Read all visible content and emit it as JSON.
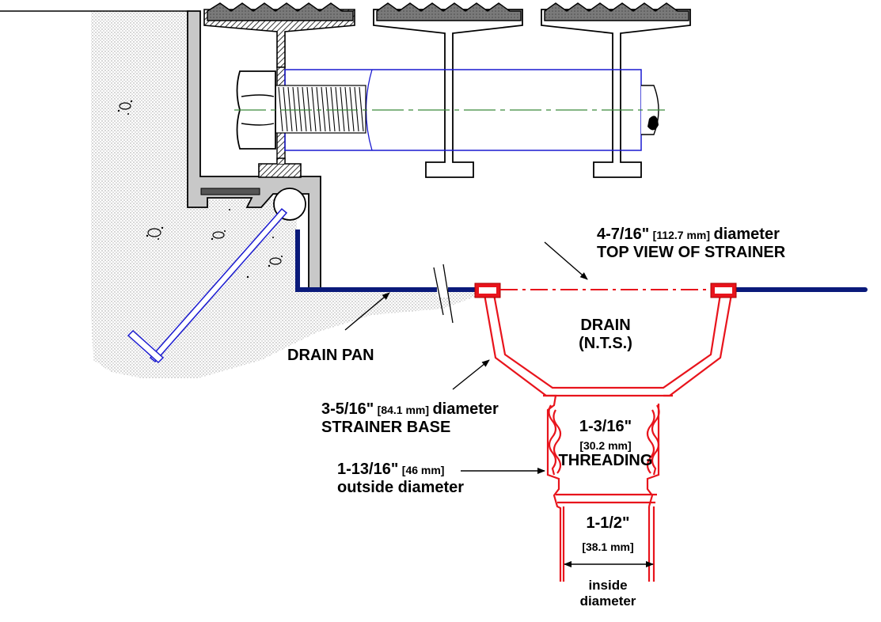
{
  "labels": {
    "top_view": {
      "size": "4-7/16\"",
      "metric": "[112.7 mm]",
      "unit": "diameter",
      "caption": "TOP VIEW OF STRAINER"
    },
    "drain": {
      "line1": "DRAIN",
      "line2": "(N.T.S.)"
    },
    "drain_pan": "DRAIN PAN",
    "strainer_base": {
      "size": "3-5/16\"",
      "metric": "[84.1 mm]",
      "unit": "diameter",
      "caption": "STRAINER BASE"
    },
    "outside_diameter": {
      "size": "1-13/16\"",
      "metric": "[46 mm]",
      "caption": "outside diameter"
    },
    "threading": {
      "size": "1-3/16\"",
      "metric": "[30.2 mm]",
      "caption": "THREADING"
    },
    "inside_diameter": {
      "size": "1-1/2\"",
      "metric": "[38.1 mm]",
      "caption_line1": "inside",
      "caption_line2": "diameter"
    }
  },
  "colors": {
    "drain_red": "#e8141c",
    "drain_pan_blue": "#0a1a7a",
    "frame_gray": "#c8c8c8",
    "concrete_dots": "#9a9a9a",
    "bolt_blue": "#1a1ad0",
    "centerline_green": "#3a8a3a",
    "grating": "#6a6a6a"
  }
}
